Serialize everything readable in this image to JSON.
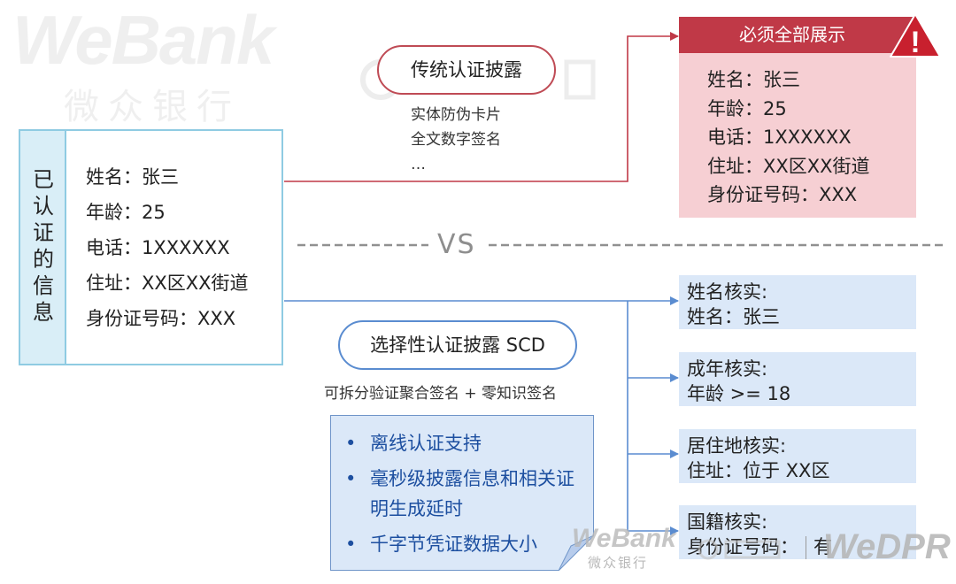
{
  "watermark": {
    "brand_en": "WeBank",
    "brand_cn": "微众银行",
    "partner_en": "WeDPR"
  },
  "verified_info": {
    "title": "已认证的信息",
    "fields": [
      "姓名：张三",
      "年龄：25",
      "电话：1XXXXXX",
      "住址：XX区XX街道",
      "身份证号码：XXX"
    ]
  },
  "traditional": {
    "label": "传统认证披露",
    "methods": [
      "实体防伪卡片",
      "全文数字签名",
      "…"
    ]
  },
  "must_show": {
    "header": "必须全部展示",
    "fields": [
      "姓名：张三",
      "年龄：25",
      "电话：1XXXXXX",
      "住址：XX区XX街道",
      "身份证号码：XXX"
    ],
    "icon": "warning-icon",
    "icon_mark": "!"
  },
  "divider": {
    "label": "VS"
  },
  "selective": {
    "label": "选择性认证披露 SCD",
    "subtitle": "可拆分验证聚合签名 + 零知识签名",
    "results": [
      {
        "title": "姓名核实:",
        "value": "姓名：张三"
      },
      {
        "title": "成年核实:",
        "value": "年龄 >= 18"
      },
      {
        "title": "居住地核实:",
        "value": "住址：位于 XX区"
      },
      {
        "title": "国籍核实:",
        "value": "身份证号码：有"
      }
    ]
  },
  "features": {
    "bullet": "•",
    "items": [
      "离线认证支持",
      "毫秒级披露信息和相关证明生成延时",
      "千字节凭证数据大小"
    ]
  },
  "colors": {
    "red_accent": "#c03947",
    "red_fill": "#f6cfd3",
    "blue_line": "#5a8cd0",
    "blue_fill": "#dbe8f8",
    "verified_border": "#8fcbe2",
    "verified_fill": "#d9eef7",
    "feature_text": "#1d4fa0"
  }
}
